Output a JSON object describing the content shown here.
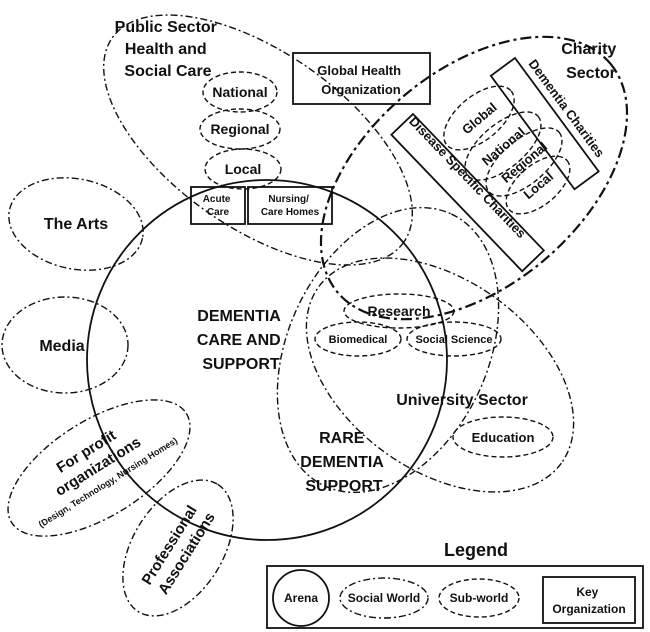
{
  "arena": {
    "dementia_care": [
      "DEMENTIA",
      "CARE AND",
      "SUPPORT"
    ],
    "rare_dementia": [
      "RARE",
      "DEMENTIA",
      "SUPPORT"
    ]
  },
  "social_worlds": {
    "public_sector": [
      "Public Sector",
      "Health and",
      "Social Care"
    ],
    "charity_sector": [
      "Charity",
      "Sector"
    ],
    "the_arts": "The Arts",
    "media": "Media",
    "for_profit": [
      "For profit",
      "organizations"
    ],
    "for_profit_examples": "(Design, Technology, Nursing Homes)",
    "professional": [
      "Professional",
      "Associations"
    ],
    "university": "University Sector"
  },
  "sub_worlds": {
    "national": "National",
    "regional": "Regional",
    "local": "Local",
    "research": "Research",
    "biomedical": "Biomedical",
    "social_science": "Social Science",
    "education": "Education",
    "charity_global": "Global",
    "charity_national": "National",
    "charity_regional": "Regional",
    "charity_local": "Local"
  },
  "key_organizations": {
    "acute_care": [
      "Acute",
      "Care"
    ],
    "nursing_homes": [
      "Nursing/",
      "Care Homes"
    ],
    "global_health": [
      "Global Health",
      "Organization"
    ],
    "dementia_charities": "Dementia Charities",
    "disease_specific": "Disease Specific Charities"
  },
  "legend": {
    "title": "Legend",
    "arena": "Arena",
    "social_world": "Social World",
    "sub_world": "Sub-world",
    "key_org": [
      "Key",
      "Organization"
    ]
  }
}
